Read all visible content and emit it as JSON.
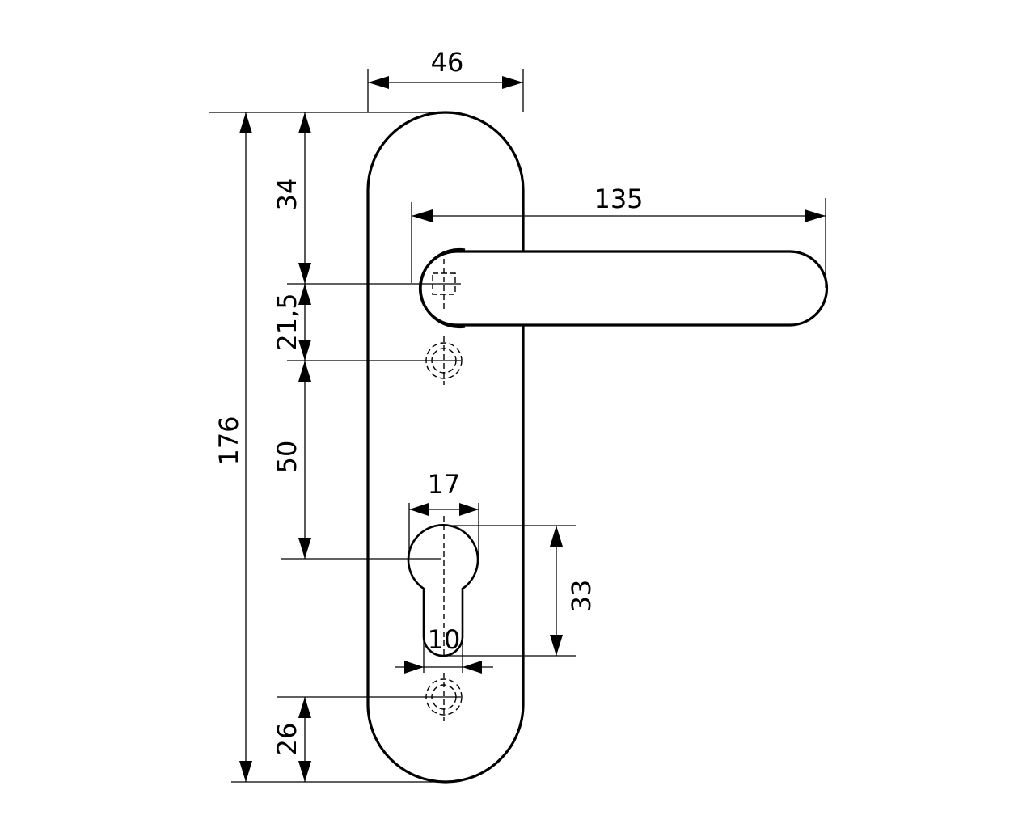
{
  "title": "Door handle plate technical drawing",
  "dimensions": {
    "plate_width": "46",
    "handle_length": "135",
    "plate_height": "176",
    "top_to_spindle": "34",
    "spindle_to_screw": "21,5",
    "screw_to_cylinder": "50",
    "bottom_to_screw": "26",
    "cylinder_width": "17",
    "cylinder_height": "33",
    "cylinder_slot_width": "10"
  }
}
